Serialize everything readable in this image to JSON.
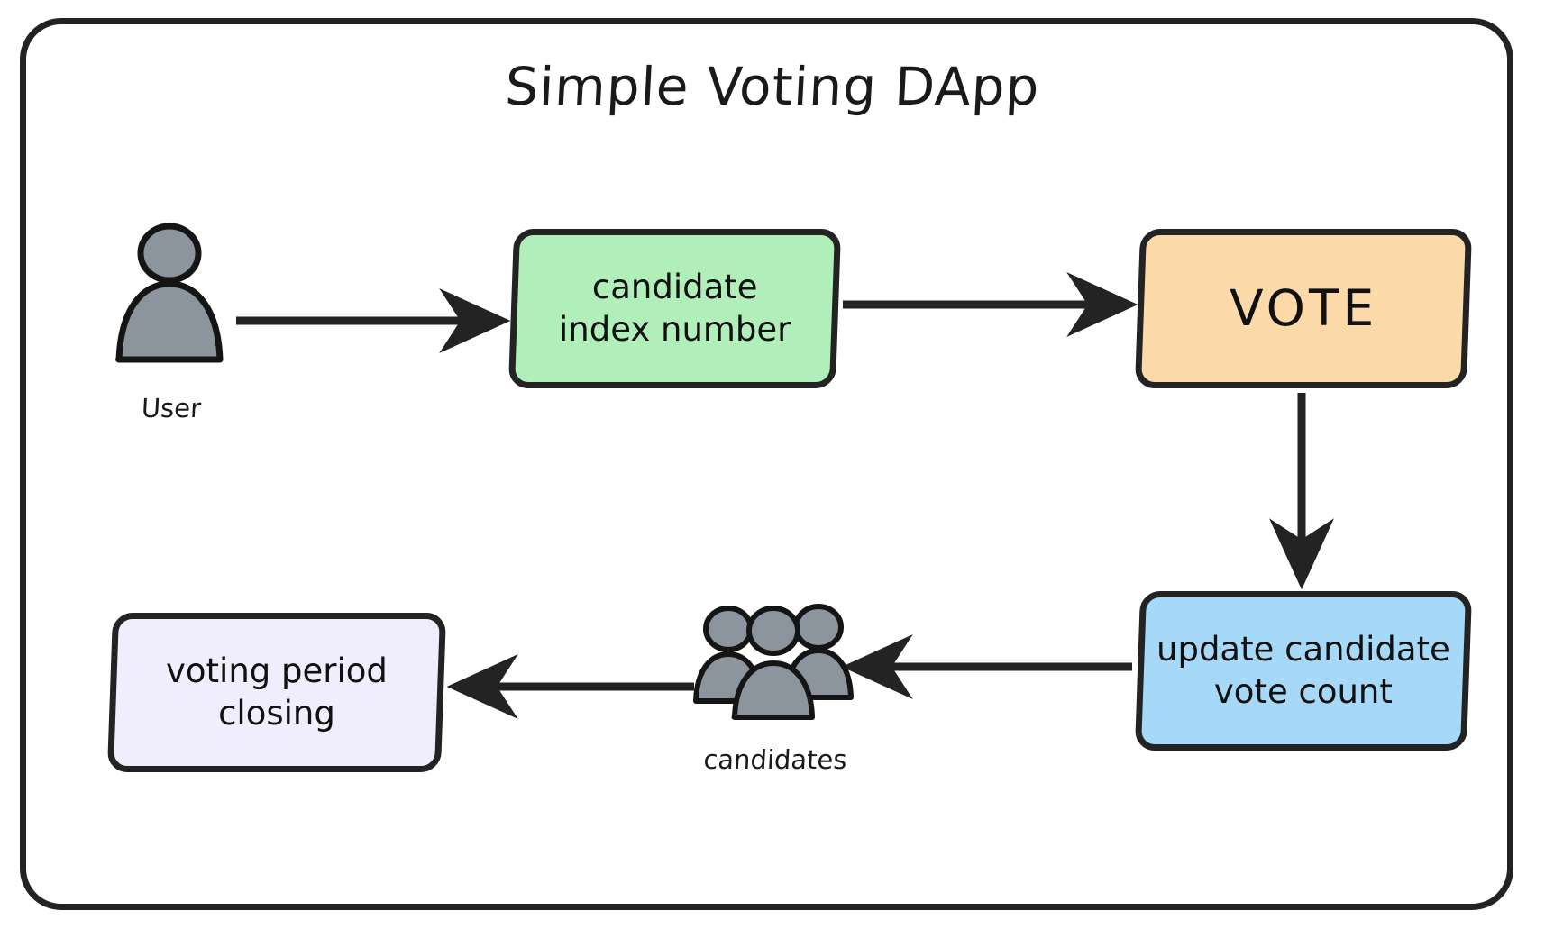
{
  "diagram": {
    "title": "Simple Voting DApp",
    "frame_border_color": "#232323",
    "background": "#ffffff",
    "nodes": [
      {
        "id": "candidate-index",
        "label": "candidate\nindex number",
        "line1": "candidate",
        "line2": "index number",
        "fill": "#b0efb9",
        "shape": "rounded-rect"
      },
      {
        "id": "vote",
        "label": "VOTE",
        "line1": "VOTE",
        "line2": "",
        "fill": "#fcd9a8",
        "shape": "rounded-rect"
      },
      {
        "id": "update-count",
        "label": "update candidate\nvote count",
        "line1": "update candidate",
        "line2": "vote count",
        "fill": "#a6d8f8",
        "shape": "rounded-rect"
      },
      {
        "id": "voting-closing",
        "label": "voting period\nclosing",
        "line1": "voting period",
        "line2": "closing",
        "fill": "#f0eefd",
        "shape": "rounded-rect"
      }
    ],
    "icons": [
      {
        "id": "user",
        "icon": "person-icon",
        "caption": "User",
        "fill": "#8c959d"
      },
      {
        "id": "candidates",
        "icon": "people-group-icon",
        "caption": "candidates",
        "fill": "#8c959d"
      }
    ],
    "edges": [
      {
        "from": "User",
        "to": "candidate index number",
        "direction": "right"
      },
      {
        "from": "candidate index number",
        "to": "VOTE",
        "direction": "right"
      },
      {
        "from": "VOTE",
        "to": "update candidate vote count",
        "direction": "down"
      },
      {
        "from": "update candidate vote count",
        "to": "candidates",
        "direction": "left"
      },
      {
        "from": "candidates",
        "to": "voting period closing",
        "direction": "left"
      }
    ]
  }
}
